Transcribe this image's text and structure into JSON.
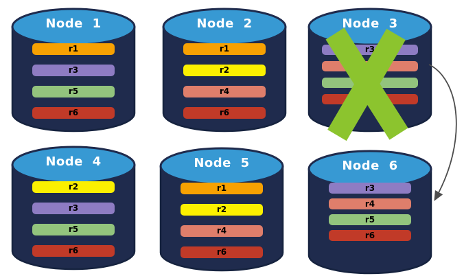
{
  "diagram": {
    "description": "Replicated database nodes",
    "cylinder": {
      "body_color": "#1F2B4D",
      "outline_color": "#16233F",
      "top_color": "#3799D3"
    },
    "nodes": [
      {
        "label": "Node 1",
        "records": [
          {
            "label": "r1",
            "color": "#F7A102"
          },
          {
            "label": "r3",
            "color": "#8E7CC3"
          },
          {
            "label": "r5",
            "color": "#93C47D"
          },
          {
            "label": "r6",
            "color": "#C13A28"
          }
        ]
      },
      {
        "label": "Node 2",
        "records": [
          {
            "label": "r1",
            "color": "#F7A102"
          },
          {
            "label": "r2",
            "color": "#FBF000"
          },
          {
            "label": "r4",
            "color": "#DF7E6B"
          },
          {
            "label": "r6",
            "color": "#C13A28"
          }
        ]
      },
      {
        "label": "Node 3",
        "records": [
          {
            "label": "r3",
            "color": "#8E7CC3"
          },
          {
            "label": "",
            "color": "#DF7E6B"
          },
          {
            "label": "",
            "color": "#93C47D"
          },
          {
            "label": "",
            "color": "#C13A28"
          }
        ]
      },
      {
        "label": "Node 4",
        "records": [
          {
            "label": "r2",
            "color": "#FBF000"
          },
          {
            "label": "r3",
            "color": "#8E7CC3"
          },
          {
            "label": "r5",
            "color": "#93C47D"
          },
          {
            "label": "r6",
            "color": "#C13A28"
          }
        ]
      },
      {
        "label": "Node 5",
        "records": [
          {
            "label": "r1",
            "color": "#F7A102"
          },
          {
            "label": "r2",
            "color": "#FBF000"
          },
          {
            "label": "r4",
            "color": "#DF7E6B"
          },
          {
            "label": "r6",
            "color": "#C13A28"
          }
        ]
      },
      {
        "label": "Node 6",
        "records": [
          {
            "label": "r3",
            "color": "#8E7CC3"
          },
          {
            "label": "r4",
            "color": "#DF7E6B"
          },
          {
            "label": "r5",
            "color": "#93C47D"
          },
          {
            "label": "r6",
            "color": "#C13A28"
          }
        ]
      }
    ],
    "failure_mark": {
      "on_node": "Node 3",
      "color": "#8CC42E"
    },
    "arrow": {
      "from_node": "Node 3",
      "to_node": "Node 6",
      "color": "#4D4D4D"
    }
  }
}
